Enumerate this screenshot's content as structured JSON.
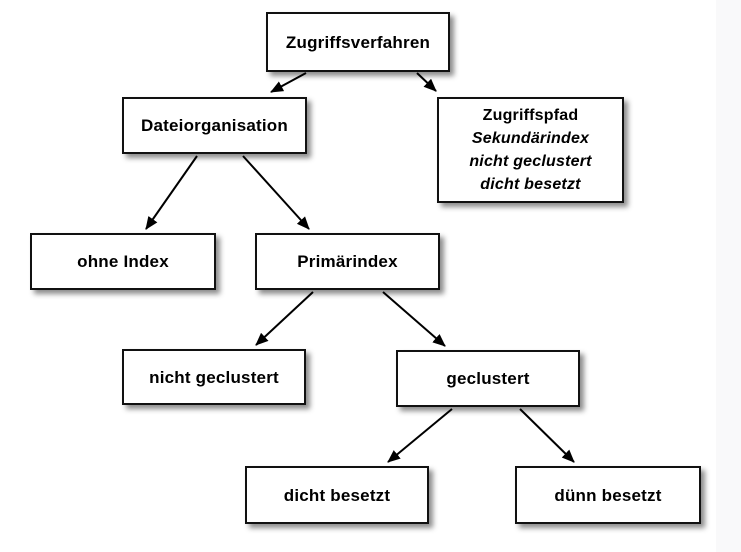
{
  "diagram": {
    "title": "Zugriffsverfahren tree diagram",
    "colors": {
      "background": "#ffffff",
      "box_fill": "#ffffff",
      "box_border": "#111111",
      "arrow": "#000000",
      "text": "#000000",
      "right_gutter": "#f9f9fa"
    },
    "nodes": {
      "root": {
        "label": "Zugriffsverfahren"
      },
      "dateiorganisation": {
        "label": "Dateiorganisation"
      },
      "zugriffspfad": {
        "lines": [
          "Zugriffspfad",
          "Sekundärindex",
          "nicht geclustert",
          "dicht besetzt"
        ],
        "italic_lines": [
          1,
          2,
          3
        ]
      },
      "ohne_index": {
        "label": "ohne Index"
      },
      "primaerindex": {
        "label": "Primärindex"
      },
      "nicht_geclustert": {
        "label": "nicht geclustert"
      },
      "geclustert": {
        "label": "geclustert"
      },
      "dicht_besetzt": {
        "label": "dicht besetzt"
      },
      "duenn_besetzt": {
        "label": "dünn besetzt"
      }
    },
    "edges": [
      {
        "from": "root",
        "to": "dateiorganisation"
      },
      {
        "from": "root",
        "to": "zugriffspfad"
      },
      {
        "from": "dateiorganisation",
        "to": "ohne_index"
      },
      {
        "from": "dateiorganisation",
        "to": "primaerindex"
      },
      {
        "from": "primaerindex",
        "to": "nicht_geclustert"
      },
      {
        "from": "primaerindex",
        "to": "geclustert"
      },
      {
        "from": "geclustert",
        "to": "dicht_besetzt"
      },
      {
        "from": "geclustert",
        "to": "duenn_besetzt"
      }
    ]
  }
}
